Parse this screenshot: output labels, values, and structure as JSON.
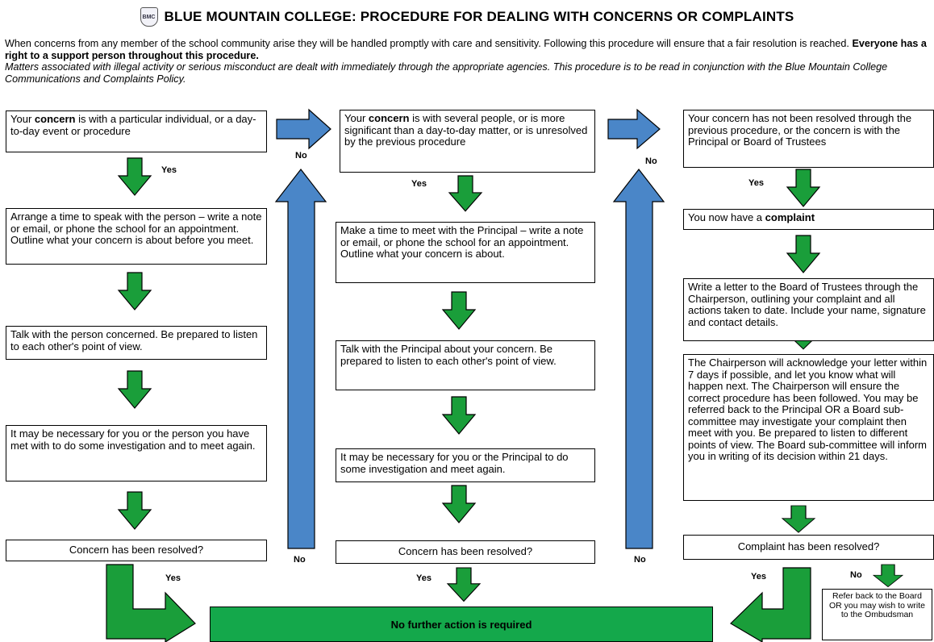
{
  "title": "BLUE MOUNTAIN COLLEGE: PROCEDURE FOR DEALING WITH CONCERNS OR COMPLAINTS",
  "crest_text": "BMC",
  "intro": {
    "line1": "When concerns from any member of the school community arise they will be handled promptly with care and sensitivity. Following this procedure will ensure that a fair resolution is reached.",
    "line1_bold": "Everyone has a right to a support person throughout this procedure.",
    "line2_italic": "Matters associated with illegal activity or serious misconduct are dealt with immediately through the appropriate agencies. This procedure is to be read in conjunction with the Blue Mountain College Communications and Complaints Policy."
  },
  "col1": {
    "b1_pre": "Your",
    "b1_bold": "concern",
    "b1_post": "is with a particular individual, or a day-to-day event or procedure",
    "b2": "Arrange a time to speak with the person – write a note or email, or phone the school for an appointment. Outline what your concern is about before you meet.",
    "b3": "Talk with the person concerned. Be prepared to listen to each other's point of view.",
    "b4": "It may be necessary for you or the person you have met with to do some investigation and to meet again.",
    "b5": "Concern has been resolved?"
  },
  "col2": {
    "b1_pre": "Your",
    "b1_bold": "concern",
    "b1_post": "is with several people, or is more significant than a day-to-day matter, or is unresolved by the previous procedure",
    "b2": "Make a time to meet with the Principal – write a note or email, or phone the school for an appointment. Outline what your concern is about.",
    "b3": "Talk with the Principal about your concern. Be prepared to listen to each other's point of view.",
    "b4": "It may be necessary for you or the Principal to do some investigation and meet again.",
    "b5": "Concern has been resolved?"
  },
  "col3": {
    "b1": "Your concern has not been resolved through the previous procedure, or the concern is with the Principal or Board of Trustees",
    "b2_pre": "You now have a",
    "b2_bold": "complaint",
    "b3": "Write a letter to the Board of Trustees through the Chairperson, outlining your complaint and all actions taken to date. Include your name, signature and contact details.",
    "b4": "The Chairperson will acknowledge your letter within 7 days if possible, and let you know what will happen next. The Chairperson will ensure the correct procedure has been followed. You may be referred back to the Principal OR a Board sub-committee may investigate your complaint then meet with you. Be prepared to listen to different points of view. The Board sub-committee will inform you in writing of its decision within 21 days.",
    "b5": "Complaint has been resolved?",
    "b6": "Refer back to the Board OR you may wish to write to the Ombudsman"
  },
  "labels": {
    "yes": "Yes",
    "no": "No"
  },
  "final": "No further action is required",
  "colors": {
    "green_arrow": "#1a9e3a",
    "blue_arrow": "#4a86c8",
    "final_box": "#14a84b"
  }
}
